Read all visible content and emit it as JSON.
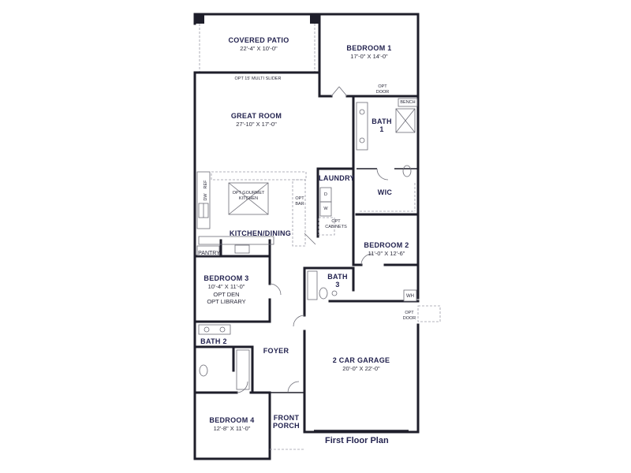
{
  "rooms": {
    "covered_patio": {
      "name": "COVERED PATIO",
      "dim": "22'-4\" X 10'-0\""
    },
    "bedroom1": {
      "name": "BEDROOM 1",
      "dim": "17'-0\" X 14'-0\""
    },
    "great_room": {
      "name": "GREAT ROOM",
      "dim": "27'-10\" X 17'-0\""
    },
    "bath1": {
      "name": "BATH",
      "num": "1"
    },
    "laundry": {
      "name": "LAUNDRY"
    },
    "wic": {
      "name": "WIC"
    },
    "kitchen_dining": {
      "name": "KITCHEN/DINING"
    },
    "pantry": {
      "name": "PANTRY"
    },
    "bedroom2": {
      "name": "BEDROOM 2",
      "dim": "11'-0\" X 12'-6\""
    },
    "bath3": {
      "name": "BATH",
      "num": "3"
    },
    "bedroom3": {
      "name": "BEDROOM 3",
      "dim": "10'-4\" X 11'-0\"",
      "opt1": "OPT DEN",
      "opt2": "OPT LIBRARY"
    },
    "bath2": {
      "name": "BATH 2"
    },
    "foyer": {
      "name": "FOYER"
    },
    "garage": {
      "name": "2 CAR GARAGE",
      "dim": "20'-0\" X 22'-0\""
    },
    "bedroom4": {
      "name": "BEDROOM 4",
      "dim": "12'-8\" X 11'-0\""
    },
    "front_porch": {
      "name1": "FRONT",
      "name2": "PORCH"
    }
  },
  "notes": {
    "slider": "OPT 15' MULTI SLIDER",
    "opt_door_top_1": "OPT",
    "opt_door_top_2": "DOOR",
    "bench": "BENCH",
    "ref": "REF",
    "dw": "DW",
    "gourmet1": "OPT GOURMET",
    "gourmet2": "KITCHEN",
    "bar1": "OPT",
    "bar2": "BAR",
    "washer": "W",
    "dryer": "D",
    "cabinets1": "OPT",
    "cabinets2": "CABINETS",
    "wh": "WH",
    "opt_door_garage_1": "OPT",
    "opt_door_garage_2": "DOOR"
  },
  "plan_title": "First Floor Plan"
}
